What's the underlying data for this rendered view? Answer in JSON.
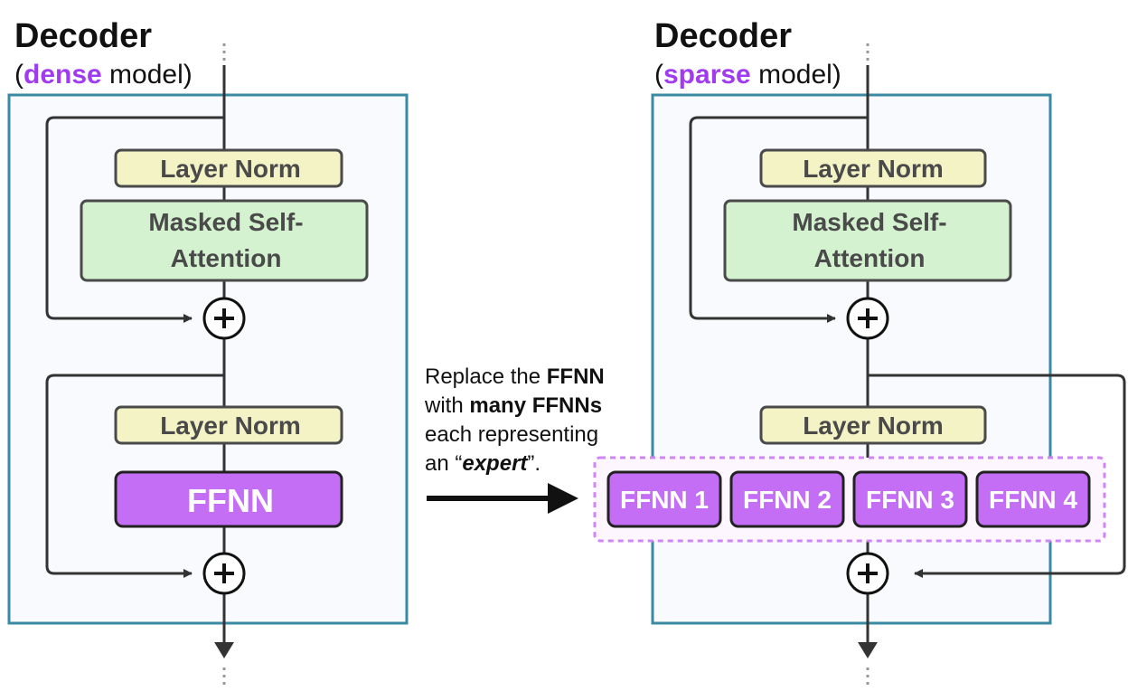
{
  "colors": {
    "container_border": "#3a8aa3",
    "container_fill": "#f8fafd",
    "layer_norm_fill": "#f3f3c6",
    "attention_fill": "#d4f2cf",
    "ffnn_fill": "#c46ef5",
    "accent_text": "#a13bf2",
    "line": "#333333",
    "expert_group_border": "#cf85f5"
  },
  "dense": {
    "title": "Decoder",
    "subtitle_open": "(",
    "subtitle_accent": "dense",
    "subtitle_close": " model)",
    "layer_norm_1": "Layer Norm",
    "attention_line1": "Masked Self-",
    "attention_line2": "Attention",
    "layer_norm_2": "Layer Norm",
    "ffnn": "FFNN"
  },
  "sparse": {
    "title": "Decoder",
    "subtitle_open": "(",
    "subtitle_accent": "sparse",
    "subtitle_close": " model)",
    "layer_norm_1": "Layer Norm",
    "attention_line1": "Masked Self-",
    "attention_line2": "Attention",
    "layer_norm_2": "Layer Norm",
    "experts": [
      "FFNN 1",
      "FFNN 2",
      "FFNN 3",
      "FFNN 4"
    ]
  },
  "annotation": {
    "line1_text": "Replace the ",
    "line1_bold": "FFNN",
    "line2_text": "with ",
    "line2_bold": "many FFNNs",
    "line3_text": "each representing",
    "line4_text_a": "an “",
    "line4_bolditalic": "expert",
    "line4_text_b": "”."
  },
  "icons": {
    "add": "plus-circle-icon",
    "arrow": "arrow-right-icon"
  }
}
